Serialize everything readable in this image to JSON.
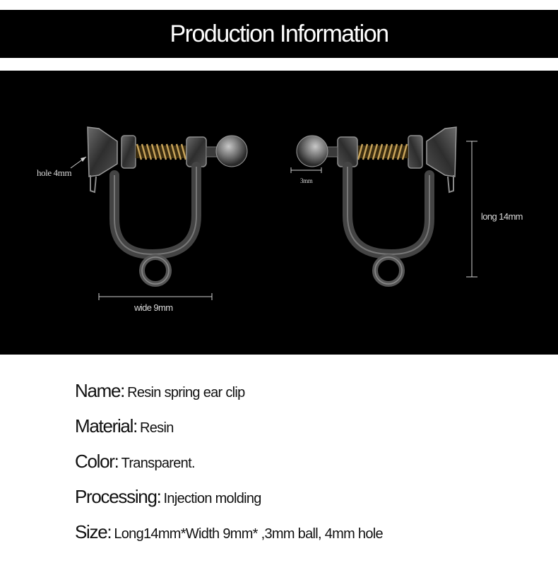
{
  "header": {
    "title": "Production Information"
  },
  "dimensions": {
    "hole": "hole 4mm",
    "wide": "wide 9mm",
    "ball": "3mm",
    "long": "long 14mm"
  },
  "specs": [
    {
      "key": "Name:",
      "value": "Resin spring ear clip"
    },
    {
      "key": "Material:",
      "value": "Resin"
    },
    {
      "key": "Color:",
      "value": "Transparent."
    },
    {
      "key": "Processing:",
      "value": "Injection molding"
    },
    {
      "key": "Size:",
      "value": "Long14mm*Width 9mm* ,3mm ball, 4mm hole"
    }
  ]
}
